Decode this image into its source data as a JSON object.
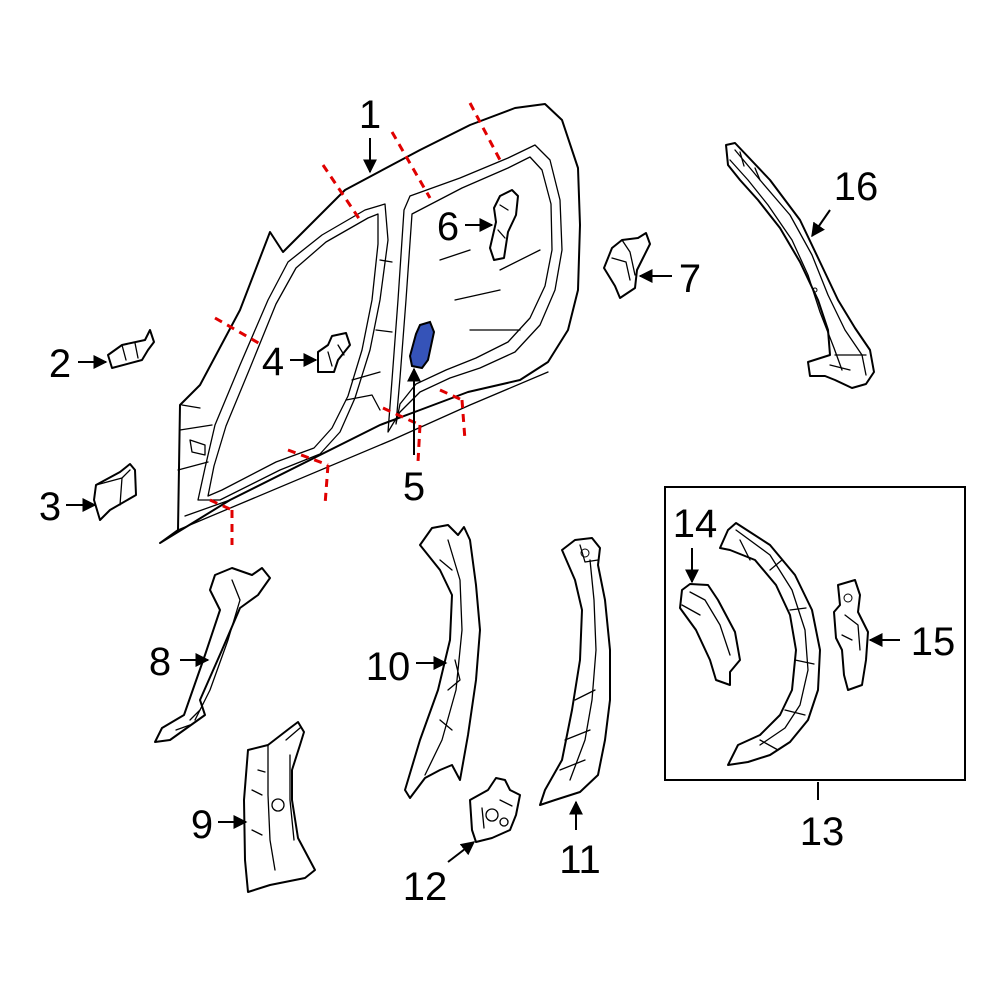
{
  "colors": {
    "line": "#000000",
    "cut_line": "#e00000",
    "highlight": "#3553b8",
    "background": "#ffffff"
  },
  "callouts": {
    "c1": "1",
    "c2": "2",
    "c3": "3",
    "c4": "4",
    "c5": "5",
    "c6": "6",
    "c7": "7",
    "c8": "8",
    "c9": "9",
    "c10": "10",
    "c11": "11",
    "c12": "12",
    "c13": "13",
    "c14": "14",
    "c15": "15",
    "c16": "16"
  }
}
